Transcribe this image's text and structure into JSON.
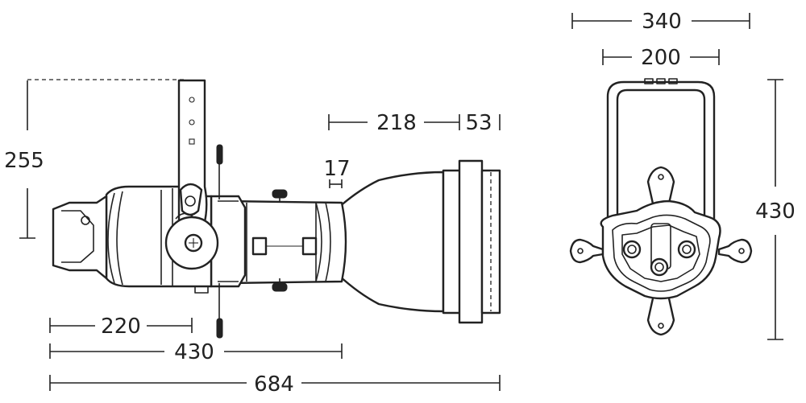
{
  "dimensions": {
    "side_height": "255",
    "yoke_to_pivot": "220",
    "pivot_length": "430",
    "overall_length": "684",
    "lens_tube": "218",
    "front_ring": "53",
    "gap": "17",
    "front_width_outer": "340",
    "front_width_inner": "200",
    "front_height": "430"
  }
}
